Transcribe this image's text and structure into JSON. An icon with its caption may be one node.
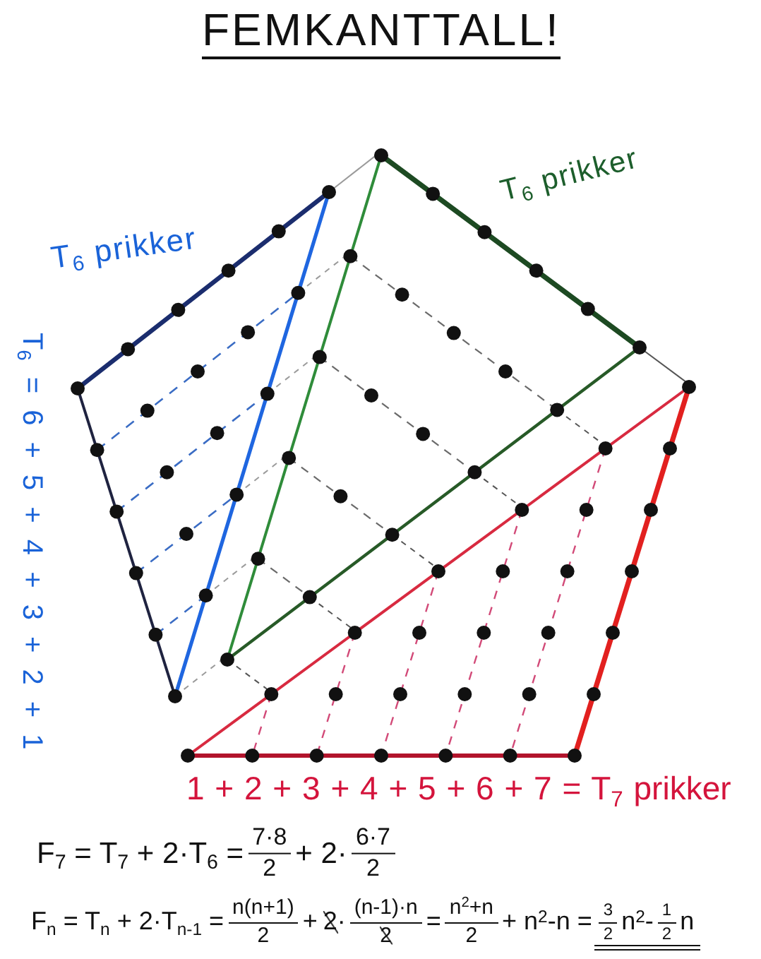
{
  "diagram": {
    "title": "FEMKANTTALL!",
    "labels": [
      "T$_{6}$ prikker",
      "T$_{6}$ prikker",
      "T$_{6}$ = 6 + 5 + 4 + 3 + 2 + 1",
      "1 + 2 + 3 + 4 + 5 + 6 + 7 = T$_{7}$ prikker",
      "F$_{7}$ = T$_{7}$ + 2·T$_{6}$ =",
      "7·8",
      "2",
      "+ 2·",
      "6·7",
      "2",
      "F$_{n}$ = T$_{n}$ + 2·T$_{n-1}$ =",
      "n(n+1)",
      "2",
      "+",
      "2·",
      "(n-1)·n",
      "2",
      "=",
      "n$^{2}$+n",
      "2",
      "+ n$^{2}$-n =",
      "3",
      "2",
      "n$^{2}$-",
      "1",
      "2",
      "n"
    ]
  }
}
